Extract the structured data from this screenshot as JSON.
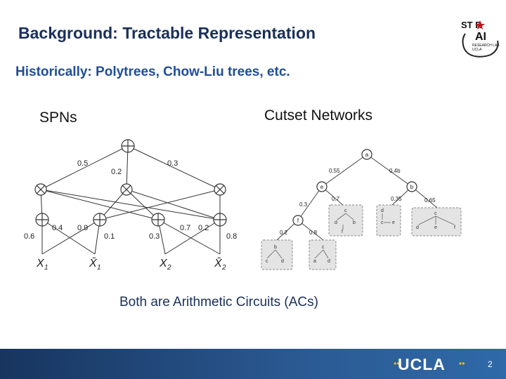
{
  "slide": {
    "title": "Background: Tractable Representation",
    "subtitle": "Historically: Polytrees, Chow-Liu trees, etc.",
    "spn_label": "SPNs",
    "cutset_label": "Cutset Networks",
    "caption": "Both are Arithmetic Circuits (ACs)",
    "page_number": "2"
  },
  "logo": {
    "line1": "ST R",
    "line2": "AI",
    "line3": "RESEARCH LAB",
    "line4": "UCLA"
  },
  "footer": {
    "brand": "UCLA"
  },
  "spn": {
    "weights_top": [
      "0.5",
      "0.2",
      "0.3"
    ],
    "weights_left": [
      "0.6",
      "0.4",
      "0.9",
      "0.1"
    ],
    "weights_right": [
      "0.3",
      "0.7",
      "0.2",
      "0.8"
    ],
    "leaves": [
      "X",
      "X̄",
      "X",
      "X̄"
    ],
    "leaf_subscripts": [
      "1",
      "1",
      "2",
      "2"
    ]
  },
  "cutset": {
    "root": "a",
    "root_weights": [
      "0.55",
      "0.4b"
    ],
    "mid_nodes": [
      "e",
      "b"
    ],
    "mid_weights": [
      "0.7",
      "0.3",
      "0.35",
      "0.65"
    ],
    "lower_node": "f",
    "lower_weights": [
      "0.2",
      "0.8"
    ],
    "box1": [
      "c",
      "d",
      "b",
      "f"
    ],
    "box2": [
      "d",
      "c",
      "e"
    ],
    "box3": [
      "c",
      "d",
      "e",
      "f"
    ],
    "box4": [
      "b",
      "c",
      "d"
    ],
    "box5": [
      "c",
      "a",
      "d"
    ]
  }
}
